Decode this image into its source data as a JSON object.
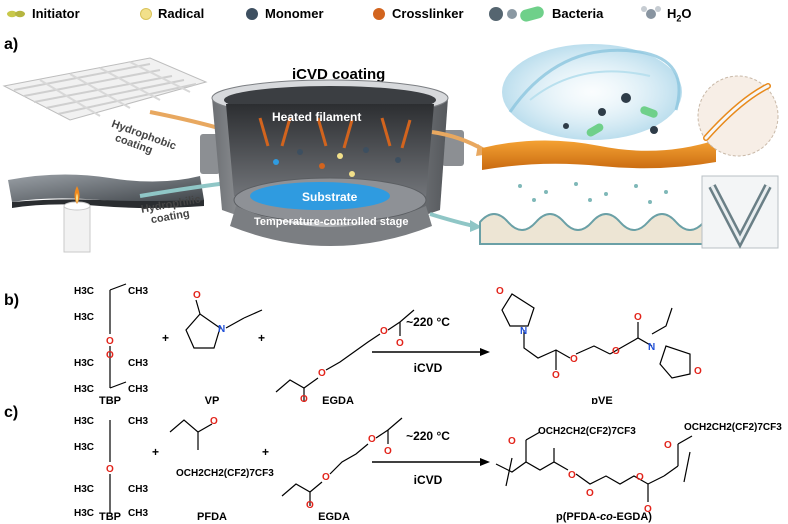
{
  "legend": {
    "initiator": "Initiator",
    "radical": "Radical",
    "monomer": "Monomer",
    "crosslinker": "Crosslinker",
    "bacteria": "Bacteria",
    "h2o": "H",
    "h2o_sub": "2",
    "h2o_tail": "O"
  },
  "panel_a": {
    "label": "a)",
    "title": "iCVD coating",
    "heated_filament": "Heated filament",
    "substrate": "Substrate",
    "stage": "Temperature-controlled stage",
    "hydrophobic_line1": "Hydrophobic",
    "hydrophobic_line2": "coating",
    "hydrophilic_line1": "Hydrophilic",
    "hydrophilic_line2": "coating"
  },
  "panel_b": {
    "label": "b)",
    "plus1": "+",
    "plus2": "+",
    "condition_temp": "~220 °C",
    "condition_method": "iCVD",
    "tbp": "TBP",
    "vp": "VP",
    "egda": "EGDA",
    "product": "pVE",
    "atoms": {
      "H3C": "H3C",
      "CH3": "CH3",
      "O": "O",
      "N": "N"
    }
  },
  "panel_c": {
    "label": "c)",
    "plus1": "+",
    "plus2": "+",
    "condition_temp": "~220 °C",
    "condition_method": "iCVD",
    "tbp": "TBP",
    "pfda": "PFDA",
    "egda": "EGDA",
    "product_prefix": "p(PFDA-",
    "product_co": "co",
    "product_suffix": "-EGDA)",
    "side_chain": "OCH2CH2(CF2)7CF3"
  },
  "colors": {
    "initiator": "#c8c84a",
    "radical": "#f2e08a",
    "monomer": "#3d4f60",
    "crosslinker": "#d2641e",
    "bacteria": "#6fd08a",
    "oxygen": "#e2231a",
    "nitrogen": "#1f4fd8",
    "coating": "#e88a1c",
    "substrate_blue": "#2f9be0"
  }
}
